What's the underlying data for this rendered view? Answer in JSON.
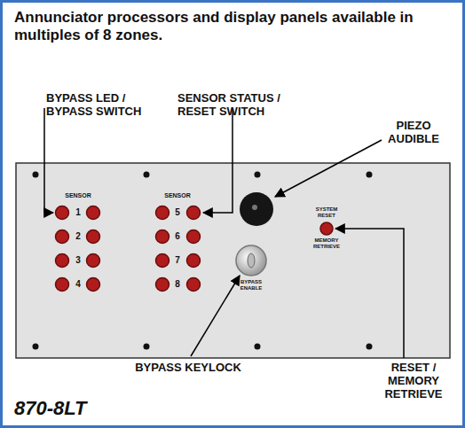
{
  "diagram": {
    "title": "Annunciator processors and display panels available in multiples of 8 zones.",
    "caption": "870-8LT",
    "labels": [
      "BYPASS LED / BYPASS SWITCH",
      "SENSOR STATUS / RESET SWITCH",
      "PIEZO AUDIBLE",
      "BYPASS KEYLOCK",
      "RESET / MEMORY RETRIEVE",
      "SENSOR",
      "1",
      "2",
      "3",
      "4",
      "SENSOR",
      "5",
      "6",
      "7",
      "8",
      "BYPASS ENABLE",
      "SYSTEM RESET",
      "MEMORY RETRIEVE"
    ]
  }
}
